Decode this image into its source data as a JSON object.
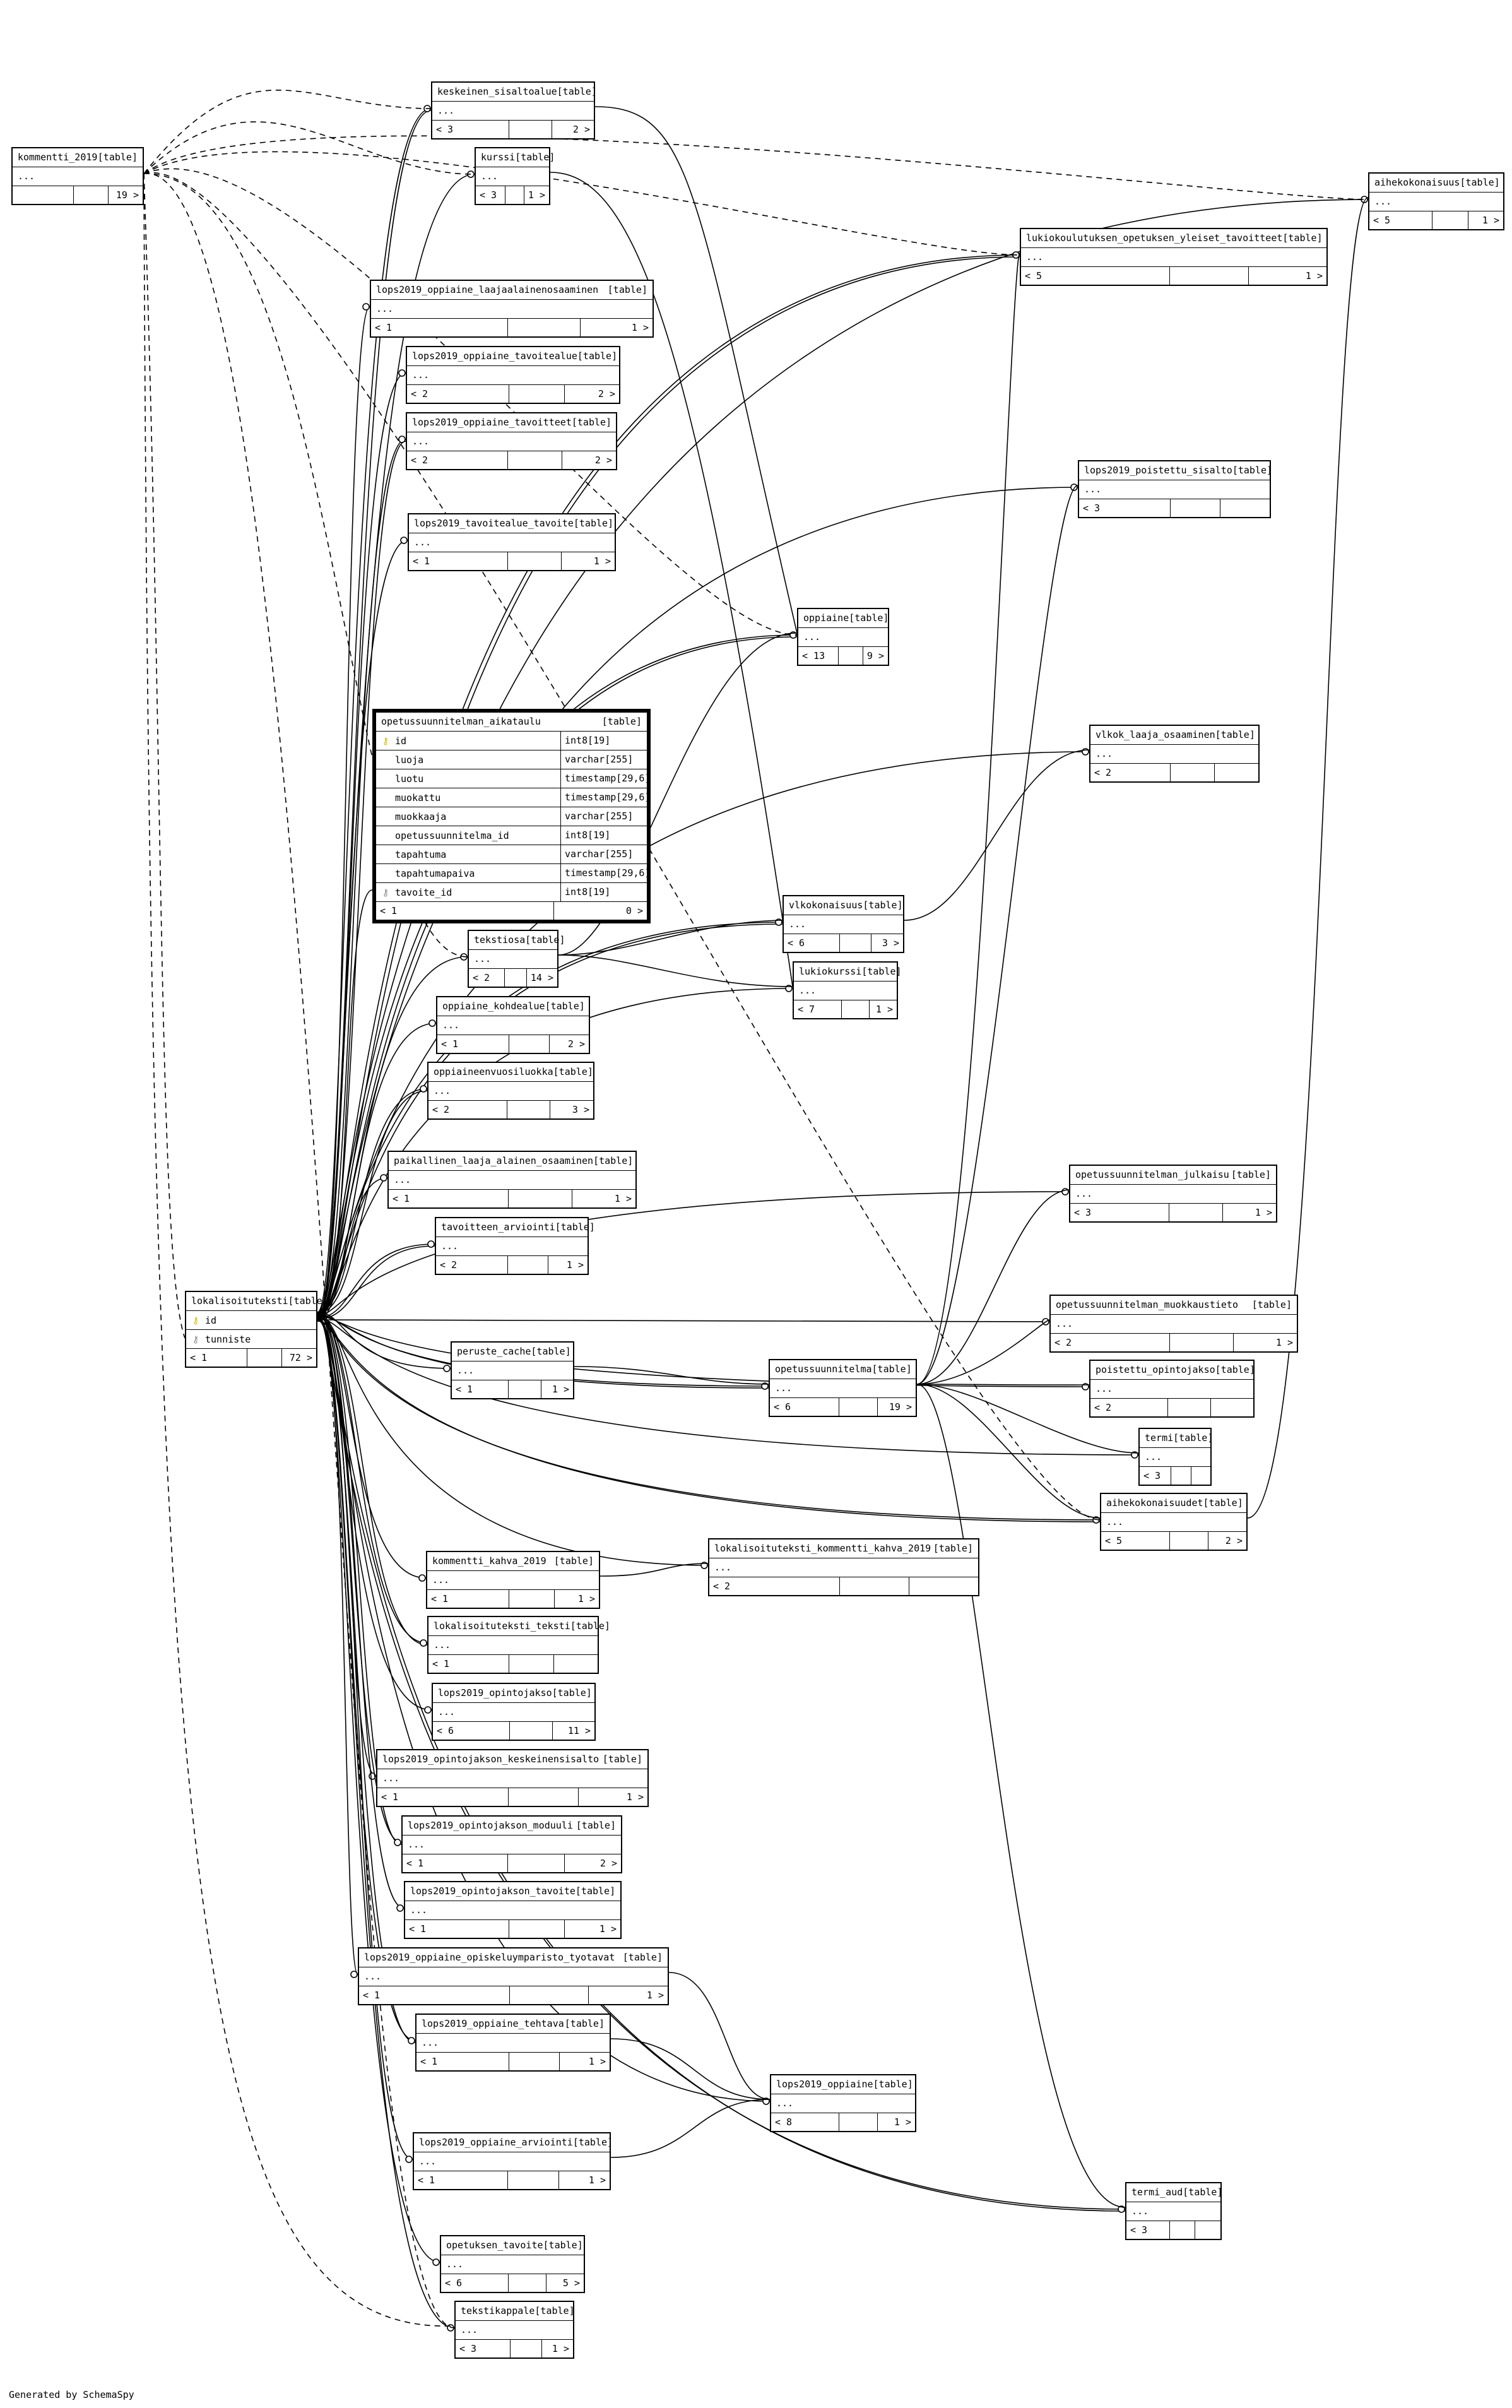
{
  "footer": "Generated by SchemaSpy",
  "type_label": "[table]",
  "focus_table": {
    "name": "opetussuunnitelman_aikataulu",
    "columns": [
      {
        "key": "pk",
        "name": "id",
        "type": "int8[19]"
      },
      {
        "key": "",
        "name": "luoja",
        "type": "varchar[255]"
      },
      {
        "key": "",
        "name": "luotu",
        "type": "timestamp[29,6]"
      },
      {
        "key": "",
        "name": "muokattu",
        "type": "timestamp[29,6]"
      },
      {
        "key": "",
        "name": "muokkaaja",
        "type": "varchar[255]"
      },
      {
        "key": "",
        "name": "opetussuunnitelma_id",
        "type": "int8[19]"
      },
      {
        "key": "",
        "name": "tapahtuma",
        "type": "varchar[255]"
      },
      {
        "key": "",
        "name": "tapahtumapaiva",
        "type": "timestamp[29,6]"
      },
      {
        "key": "fk",
        "name": "tavoite_id",
        "type": "int8[19]"
      }
    ],
    "parents": "< 1",
    "children": "0 >"
  },
  "hub_table": {
    "name": "lokalisoituteksti",
    "columns": [
      {
        "key": "pk",
        "name": "id"
      },
      {
        "key": "fk",
        "name": "tunniste"
      }
    ],
    "parents": "< 1",
    "children": "72 >"
  },
  "tables": [
    {
      "id": "kommentti_2019",
      "name": "kommentti_2019",
      "parents": "",
      "children": "19 >"
    },
    {
      "id": "keskeinen_sisaltoalue",
      "name": "keskeinen_sisaltoalue",
      "parents": "< 3",
      "children": "2 >"
    },
    {
      "id": "kurssi",
      "name": "kurssi",
      "parents": "< 3",
      "children": "1 >"
    },
    {
      "id": "aihekokonaisuus",
      "name": "aihekokonaisuus",
      "parents": "< 5",
      "children": "1 >"
    },
    {
      "id": "lukiokoulutuksen",
      "name": "lukiokoulutuksen_opetuksen_yleiset_tavoitteet",
      "parents": "< 5",
      "children": "1 >"
    },
    {
      "id": "laajaalainen",
      "name": "lops2019_oppiaine_laajaalainenosaaminen",
      "parents": "< 1",
      "children": "1 >"
    },
    {
      "id": "tavoitealue",
      "name": "lops2019_oppiaine_tavoitealue",
      "parents": "< 2",
      "children": "2 >"
    },
    {
      "id": "tavoitteet",
      "name": "lops2019_oppiaine_tavoitteet",
      "parents": "< 2",
      "children": "2 >"
    },
    {
      "id": "poistettu_sisalto",
      "name": "lops2019_poistettu_sisalto",
      "parents": "< 3",
      "children": ""
    },
    {
      "id": "tavoitealue_tavoite",
      "name": "lops2019_tavoitealue_tavoite",
      "parents": "< 1",
      "children": "1 >"
    },
    {
      "id": "oppiaine",
      "name": "oppiaine",
      "parents": "< 13",
      "children": "9 >"
    },
    {
      "id": "vlkok",
      "name": "vlkok_laaja_osaaminen",
      "parents": "< 2",
      "children": ""
    },
    {
      "id": "tekstiosa",
      "name": "tekstiosa",
      "parents": "< 2",
      "children": "14 >"
    },
    {
      "id": "vlkokonaisuus",
      "name": "vlkokonaisuus",
      "parents": "< 6",
      "children": "3 >"
    },
    {
      "id": "lukiokurssi",
      "name": "lukiokurssi",
      "parents": "< 7",
      "children": "1 >"
    },
    {
      "id": "kohdealue",
      "name": "oppiaine_kohdealue",
      "parents": "< 1",
      "children": "2 >"
    },
    {
      "id": "vuosiluokka",
      "name": "oppiaineenvuosiluokka",
      "parents": "< 2",
      "children": "3 >"
    },
    {
      "id": "paikallinen",
      "name": "paikallinen_laaja_alainen_osaaminen",
      "parents": "< 1",
      "children": "1 >"
    },
    {
      "id": "julkaisu",
      "name": "opetussuunnitelman_julkaisu",
      "parents": "< 3",
      "children": "1 >"
    },
    {
      "id": "arviointi",
      "name": "tavoitteen_arviointi",
      "parents": "< 2",
      "children": "1 >"
    },
    {
      "id": "muokkaustieto",
      "name": "opetussuunnitelman_muokkaustieto",
      "parents": "< 2",
      "children": "1 >"
    },
    {
      "id": "peruste_cache",
      "name": "peruste_cache",
      "parents": "< 1",
      "children": "1 >"
    },
    {
      "id": "ops",
      "name": "opetussuunnitelma",
      "parents": "< 6",
      "children": "19 >"
    },
    {
      "id": "poistettu_oj",
      "name": "poistettu_opintojakso",
      "parents": "< 2",
      "children": ""
    },
    {
      "id": "termi",
      "name": "termi",
      "parents": "< 3",
      "children": ""
    },
    {
      "id": "aihekokonaisuudet",
      "name": "aihekokonaisuudet",
      "parents": "< 5",
      "children": "2 >"
    },
    {
      "id": "kahva2019",
      "name": "kommentti_kahva_2019",
      "parents": "< 1",
      "children": "1 >"
    },
    {
      "id": "lt_kk2019",
      "name": "lokalisoituteksti_kommentti_kahva_2019",
      "parents": "< 2",
      "children": ""
    },
    {
      "id": "lt_teksti",
      "name": "lokalisoituteksti_teksti",
      "parents": "< 1",
      "children": ""
    },
    {
      "id": "oj",
      "name": "lops2019_opintojakso",
      "parents": "< 6",
      "children": "11 >"
    },
    {
      "id": "oj_ks",
      "name": "lops2019_opintojakson_keskeinensisalto",
      "parents": "< 1",
      "children": "1 >"
    },
    {
      "id": "oj_mod",
      "name": "lops2019_opintojakson_moduuli",
      "parents": "< 1",
      "children": "2 >"
    },
    {
      "id": "oj_tav",
      "name": "lops2019_opintojakson_tavoite",
      "parents": "< 1",
      "children": "1 >"
    },
    {
      "id": "oy",
      "name": "lops2019_oppiaine_opiskeluymparisto_tyotavat",
      "parents": "< 1",
      "children": "1 >"
    },
    {
      "id": "teht",
      "name": "lops2019_oppiaine_tehtava",
      "parents": "< 1",
      "children": "1 >"
    },
    {
      "id": "lops_oa",
      "name": "lops2019_oppiaine",
      "parents": "< 8",
      "children": "1 >"
    },
    {
      "id": "oa_arv",
      "name": "lops2019_oppiaine_arviointi",
      "parents": "< 1",
      "children": "1 >"
    },
    {
      "id": "termi_aud",
      "name": "termi_aud",
      "parents": "< 3",
      "children": ""
    },
    {
      "id": "op_tav",
      "name": "opetuksen_tavoite",
      "parents": "< 6",
      "children": "5 >"
    },
    {
      "id": "tekstikappale",
      "name": "tekstikappale",
      "parents": "< 3",
      "children": "1 >"
    }
  ]
}
